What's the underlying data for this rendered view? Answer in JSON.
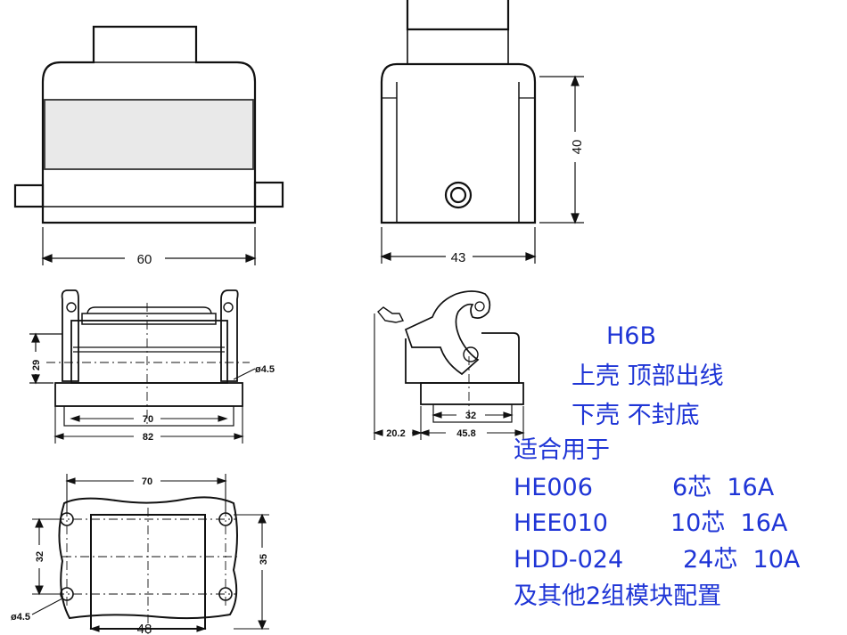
{
  "dimensions": {
    "front_width": "60",
    "side_width": "43",
    "side_height": "40",
    "base_height": "29",
    "hole_dia_mid": "ø4.5",
    "inner_70_mid": "70",
    "outer_82": "82",
    "side_32": "32",
    "side_20_2": "20.2",
    "side_45_8": "45.8",
    "cut_70": "70",
    "cut_32": "32",
    "cut_35": "35",
    "cut_48": "48",
    "hole_dia_cut": "ø4.5"
  },
  "notes": {
    "model": "H6B",
    "upper_shell": "上壳 顶部出线",
    "lower_shell": "下壳 不封底",
    "suitable_for": "适合用于",
    "insert1_name": "HE006",
    "insert1_spec": "6芯  16A",
    "insert2_name": "HEE010",
    "insert2_spec": "10芯  16A",
    "insert3_name": "HDD-024",
    "insert3_spec": "24芯  10A",
    "other": "及其他2组模块配置"
  },
  "colors": {
    "note_text": "#1f35d6",
    "line": "#111111"
  }
}
